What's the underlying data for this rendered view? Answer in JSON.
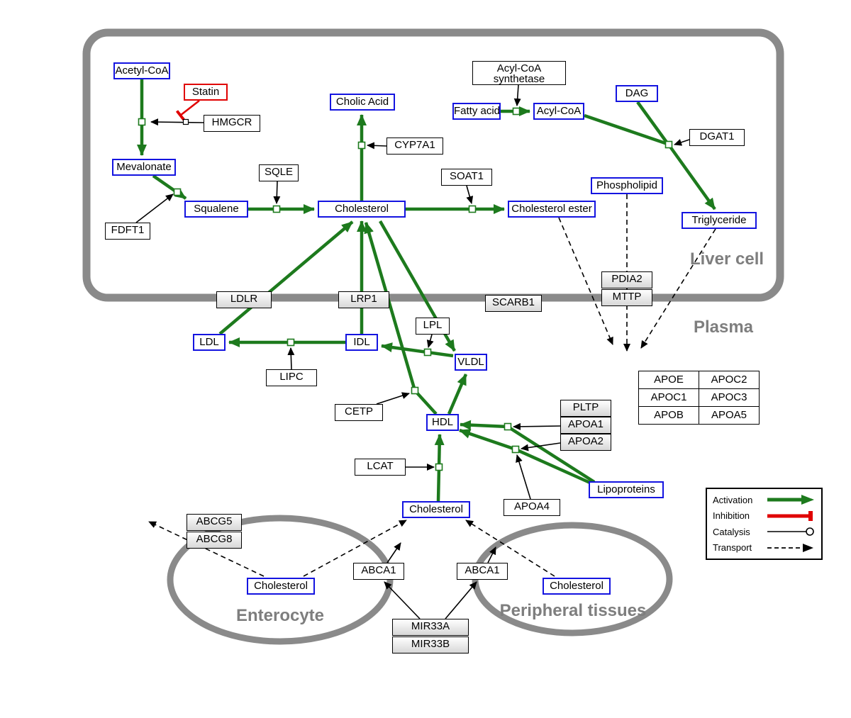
{
  "compartments": {
    "liver": {
      "label": "Liver cell"
    },
    "plasma": {
      "label": "Plasma"
    },
    "enterocyte": {
      "label": "Enterocyte"
    },
    "peripheral": {
      "label": "Peripheral tissues"
    }
  },
  "nodes": {
    "acetyl_coa": "Acetyl-CoA",
    "statin": "Statin",
    "hmgcr": "HMGCR",
    "mevalonate": "Mevalonate",
    "fdft1": "FDFT1",
    "squalene": "Squalene",
    "sqle": "SQLE",
    "cholesterol_liver": "Cholesterol",
    "cholic_acid": "Cholic Acid",
    "cyp7a1": "CYP7A1",
    "soat1": "SOAT1",
    "cholesterol_ester": "Cholesterol ester",
    "fatty_acid": "Fatty acid",
    "acyl_coa_synthetase_line1": "Acyl-CoA",
    "acyl_coa_synthetase_line2": "synthetase",
    "acyl_coa": "Acyl-CoA",
    "dag": "DAG",
    "dgat1": "DGAT1",
    "phospholipid": "Phospholipid",
    "triglyceride": "Triglyceride",
    "pdia2": "PDIA2",
    "mttp": "MTTP",
    "ldlr": "LDLR",
    "lrp1": "LRP1",
    "scarb1": "SCARB1",
    "ldl": "LDL",
    "idl": "IDL",
    "vldl": "VLDL",
    "hdl": "HDL",
    "lpl": "LPL",
    "lipc": "LIPC",
    "cetp": "CETP",
    "lcat": "LCAT",
    "pltp": "PLTP",
    "apoa1": "APOA1",
    "apoa2": "APOA2",
    "apoa4": "APOA4",
    "apoe": "APOE",
    "apoc2": "APOC2",
    "apoc1": "APOC1",
    "apoc3": "APOC3",
    "apob": "APOB",
    "apoa5": "APOA5",
    "lipoproteins": "Lipoproteins",
    "cholesterol_plasma": "Cholesterol",
    "abcg5": "ABCG5",
    "abcg8": "ABCG8",
    "cholesterol_enterocyte": "Cholesterol",
    "abca1_enterocyte": "ABCA1",
    "abca1_peripheral": "ABCA1",
    "cholesterol_peripheral": "Cholesterol",
    "mir33a": "MIR33A",
    "mir33b": "MIR33B"
  },
  "legend": {
    "activation": "Activation",
    "inhibition": "Inhibition",
    "catalysis": "Catalysis",
    "transport": "Transport"
  },
  "colors": {
    "metabolite_border": "#1414e0",
    "activation_green": "#1d7a1d",
    "inhibition_red": "#e00000",
    "compartment_gray": "#8a8a8a"
  }
}
